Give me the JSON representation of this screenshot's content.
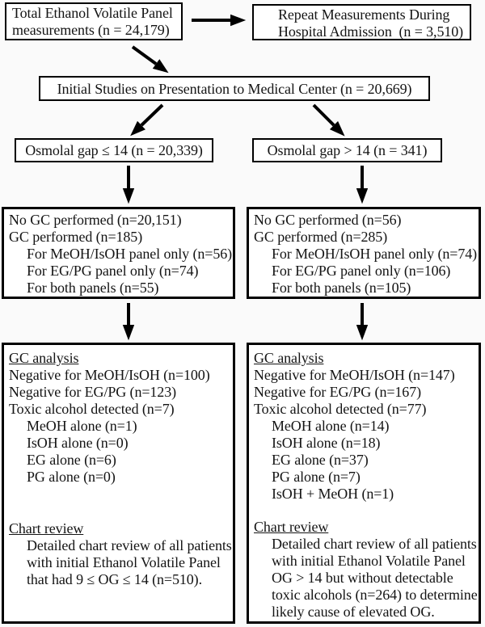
{
  "style": {
    "line_color": "#000000",
    "text_color": "#141414",
    "box_background": "#ffffff",
    "page_background": "#fafafa"
  },
  "boxes": {
    "total": {
      "lines": [
        "Total Ethanol Volatile Panel",
        "measurements (n = 24,179)"
      ]
    },
    "repeat": {
      "lines": [
        "Repeat Measurements During",
        "Hospital Admission  (n = 3,510)"
      ]
    },
    "initial": {
      "text": "Initial Studies on Presentation to Medical Center (n = 20,669)"
    },
    "og_low": {
      "text": "Osmolal gap ≤ 14 (n = 20,339)"
    },
    "og_high": {
      "text": "Osmolal gap > 14 (n = 341)"
    },
    "gc_low": {
      "lines": [
        "No GC performed (n=20,151)",
        "GC performed (n=185)",
        "For MeOH/IsOH panel only (n=56)",
        "For EG/PG panel only (n=74)",
        "For both panels (n=55)"
      ]
    },
    "gc_high": {
      "lines": [
        "No GC performed (n=56)",
        "GC performed (n=285)",
        "For MeOH/IsOH panel only (n=74)",
        "For EG/PG panel only (n=106)",
        "For both panels (n=105)"
      ]
    },
    "analysis_low": {
      "heading": "GC analysis",
      "lines": [
        "Negative for MeOH/IsOH (n=100)",
        "Negative for EG/PG (n=123)",
        "Toxic alcohol detected (n=7)",
        "MeOH alone (n=1)",
        "IsOH alone (n=0)",
        "EG alone (n=6)",
        "PG alone (n=0)"
      ],
      "review_heading": "Chart review",
      "review_lines": [
        "Detailed chart review of all patients",
        "with initial Ethanol Volatile Panel",
        "that had 9 ≤ OG ≤ 14 (n=510)."
      ]
    },
    "analysis_high": {
      "heading": "GC analysis",
      "lines": [
        "Negative for MeOH/IsOH (n=147)",
        "Negative for EG/PG (n=167)",
        "Toxic alcohol detected (n=77)",
        "MeOH alone (n=14)",
        "IsOH alone (n=18)",
        "EG alone (n=37)",
        "PG alone (n=7)",
        "IsOH + MeOH (n=1)"
      ],
      "review_heading": "Chart review",
      "review_lines": [
        "Detailed chart review of all patients",
        "with initial Ethanol Volatile Panel",
        "OG > 14 but without detectable",
        "toxic alcohols (n=264) to determine",
        "likely cause of elevated OG."
      ]
    }
  },
  "arrows": [
    {
      "from": "total",
      "to": "repeat"
    },
    {
      "from": "total",
      "to": "initial"
    },
    {
      "from": "initial",
      "to": "og_low"
    },
    {
      "from": "initial",
      "to": "og_high"
    },
    {
      "from": "og_low",
      "to": "gc_low"
    },
    {
      "from": "og_high",
      "to": "gc_high"
    },
    {
      "from": "gc_low",
      "to": "analysis_low"
    },
    {
      "from": "gc_high",
      "to": "analysis_high"
    }
  ]
}
